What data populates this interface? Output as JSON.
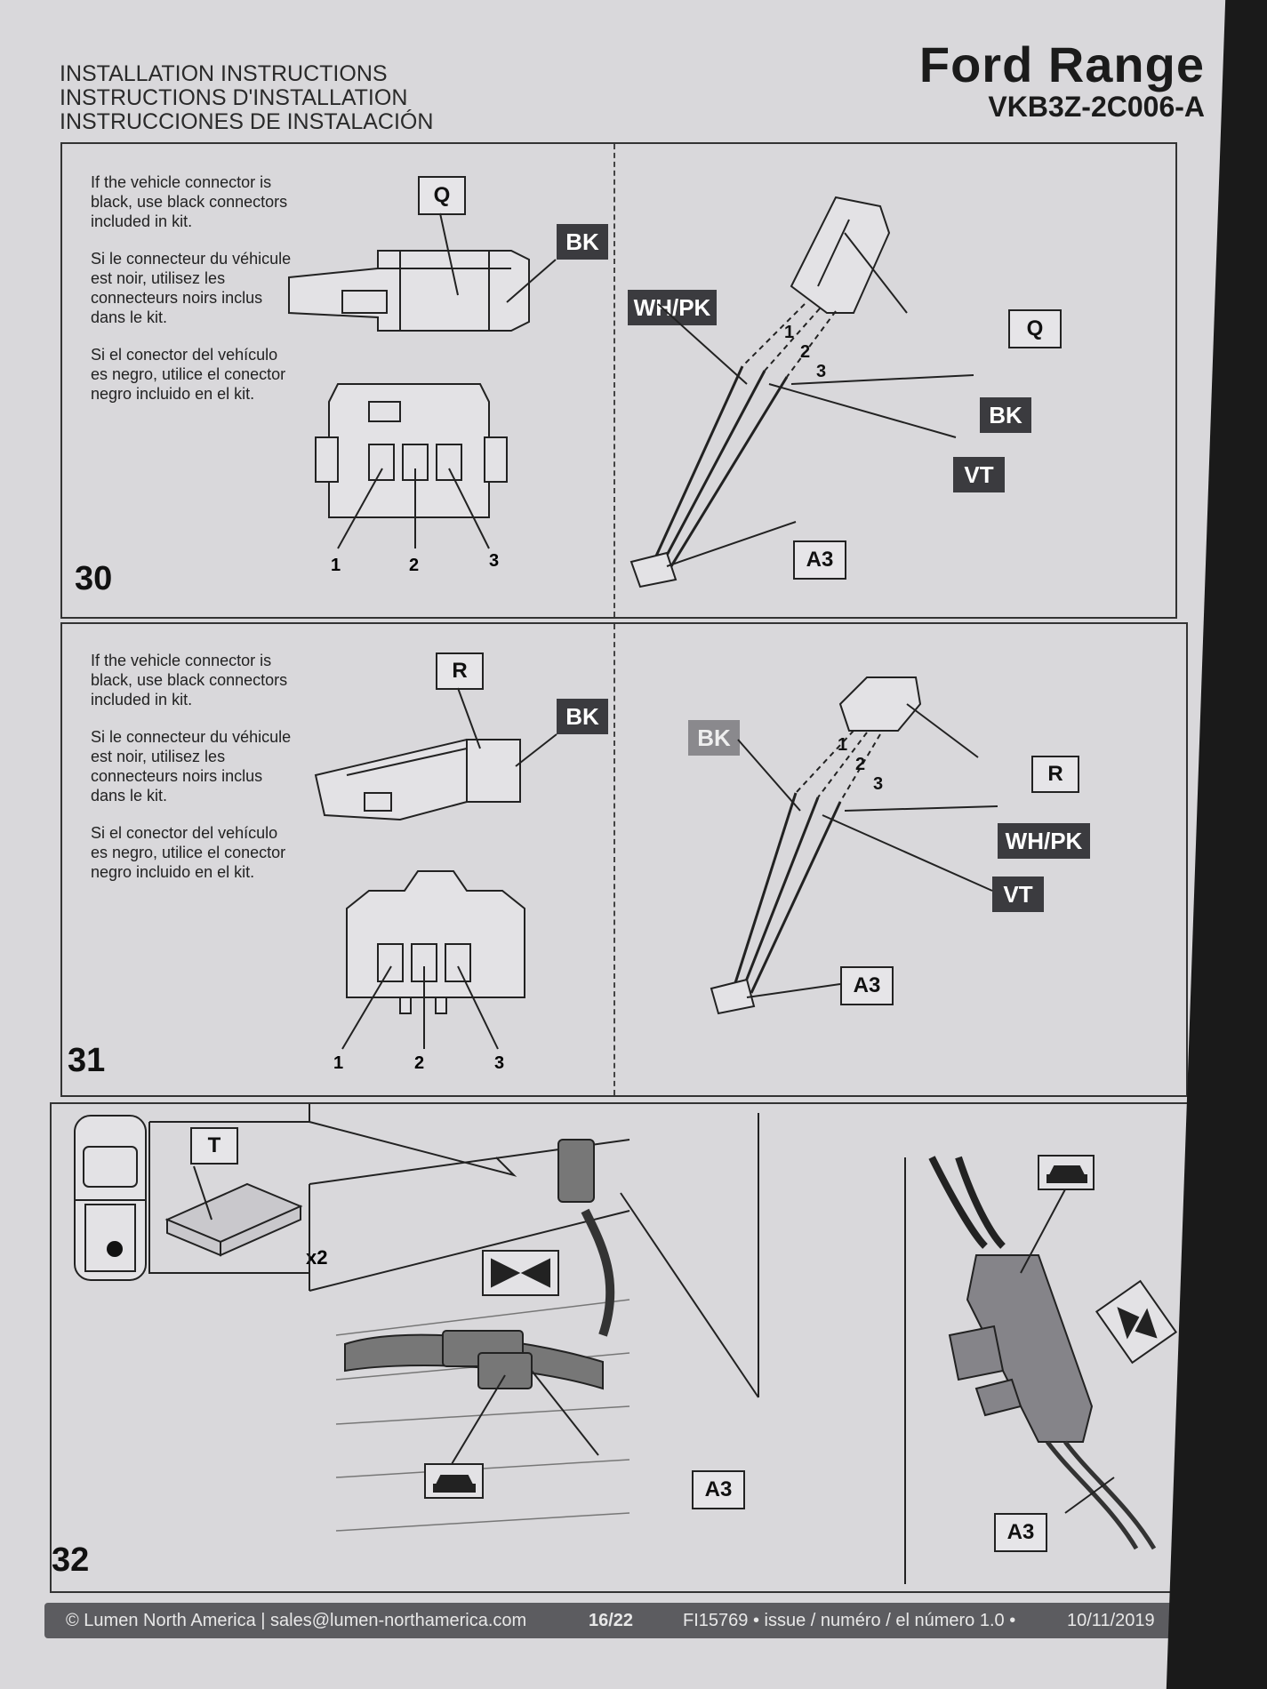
{
  "header": {
    "lines": [
      "INSTALLATION INSTRUCTIONS",
      "INSTRUCTIONS D'INSTALLATION",
      "INSTRUCCIONES DE INSTALACIÓN"
    ],
    "title": "Ford Range",
    "code": "VKB3Z-2C006-A"
  },
  "step30": {
    "number": "30",
    "text_en": "If the vehicle connector is black, use black connectors included in kit.",
    "text_fr": "Si le connecteur du véhicule est noir, utilisez les connecteurs noirs inclus dans le kit.",
    "text_es": "Si el conector del vehículo es negro, utilice el conector negro incluido en el kit.",
    "label_q": "Q",
    "label_bk": "BK",
    "pins": [
      "1",
      "2",
      "3"
    ],
    "wire_whpk": "WH/PK",
    "wire_bk": "BK",
    "wire_vt": "VT",
    "label_a3": "A3"
  },
  "step31": {
    "number": "31",
    "text_en": "If the vehicle connector is black, use black connectors included in kit.",
    "text_fr": "Si le connecteur du véhicule est noir, utilisez les connecteurs noirs inclus dans le kit.",
    "text_es": "Si el conector del vehículo es negro, utilice el conector negro incluido en el kit.",
    "label_r": "R",
    "label_bk": "BK",
    "pins": [
      "1",
      "2",
      "3"
    ],
    "wire_bk": "BK",
    "wire_whpk": "WH/PK",
    "wire_vt": "VT",
    "label_a3": "A3"
  },
  "step32": {
    "number": "32",
    "label_t": "T",
    "qty": "x2",
    "label_a3": "A3",
    "label_a3_right": "A3"
  },
  "footer": {
    "copyright": "© Lumen North America | sales@lumen-northamerica.com",
    "page": "16/22",
    "issue": "FI15769 • issue / numéro / el número 1.0 •",
    "date": "10/11/2019"
  }
}
